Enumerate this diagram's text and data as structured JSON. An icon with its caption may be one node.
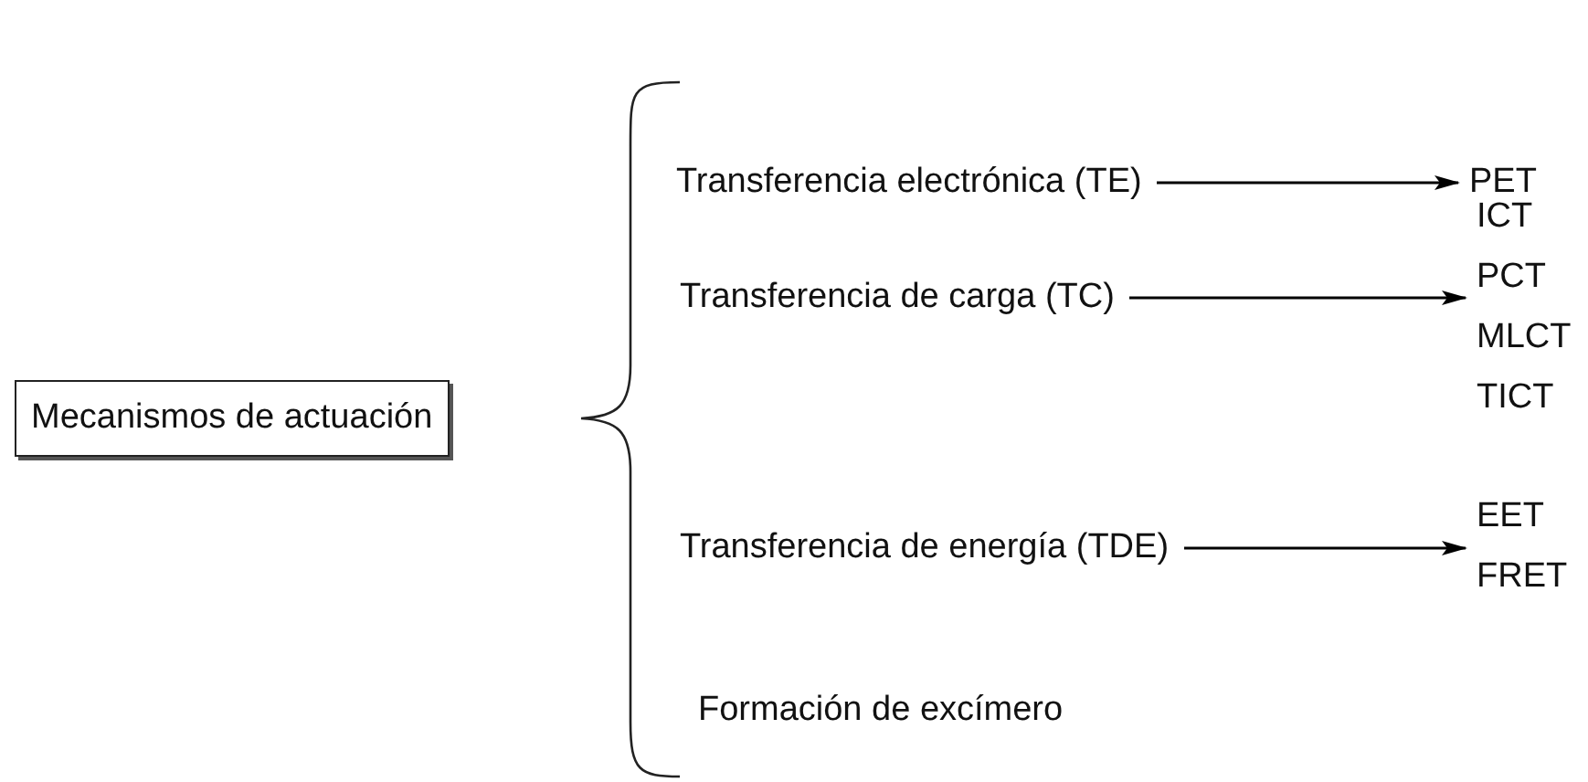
{
  "diagram": {
    "nodes": [
      {
        "text": [
          "Mecanismos de actuación"
        ]
      },
      {
        "text": [
          "Transferencia electrónica (TE)"
        ]
      },
      {
        "text": [
          "PET"
        ]
      },
      {
        "text": [
          "Transferencia de carga (TC)"
        ]
      },
      {
        "text": [
          "ICT",
          "PCT",
          "MLCT",
          "TICT"
        ]
      },
      {
        "text": [
          "Transferencia de energía (TDE)"
        ]
      },
      {
        "text": [
          "EET",
          "FRET"
        ]
      }
    ],
    "edges": [
      {
        "from": 1,
        "to": 2,
        "arrow": "to"
      },
      {
        "from": 3,
        "to": 4,
        "arrow": "to"
      },
      {
        "from": 5,
        "to": 6,
        "arrow": "to"
      }
    ],
    "labels": [
      "Formación de excímero"
    ]
  }
}
